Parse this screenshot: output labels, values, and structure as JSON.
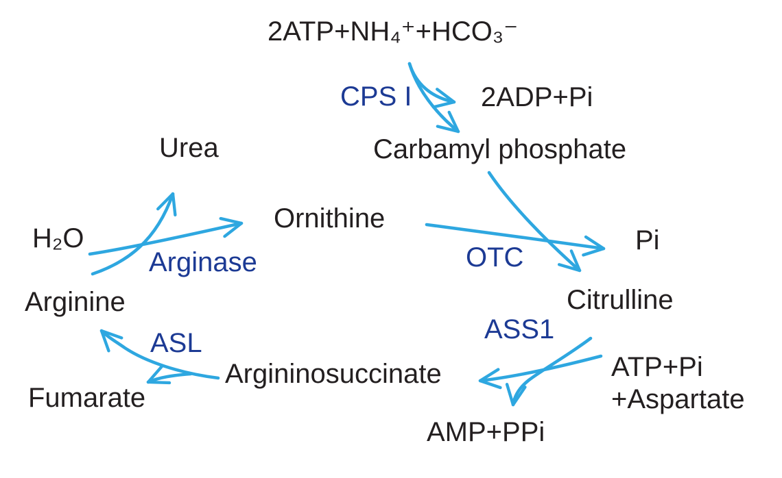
{
  "figure": {
    "type": "metabolic-pathway-diagram",
    "name": "Urea cycle"
  },
  "colors": {
    "arrow_blue": "#2EA7E0",
    "enzyme_navy": "#1C3A94",
    "text_black": "#231F20",
    "background": "#FFFFFF"
  },
  "metabolites": {
    "substrates_top": "2ATP+NH₄⁺+HCO₃⁻",
    "adp_pi": "2ADP+Pi",
    "carbamyl_phosphate": "Carbamyl phosphate",
    "urea": "Urea",
    "h2o": "H₂O",
    "ornithine": "Ornithine",
    "pi": "Pi",
    "citrulline": "Citrulline",
    "arginine": "Arginine",
    "argininosuccinate": "Argininosuccinate",
    "fumarate": "Fumarate",
    "atp_pi": "ATP+Pi",
    "aspartate": "+Aspartate",
    "amp_ppi": "AMP+PPi"
  },
  "enzymes": {
    "cps1": "CPS I",
    "otc": "OTC",
    "ass1": "ASS1",
    "asl": "ASL",
    "arginase": "Arginase"
  },
  "reactions": [
    {
      "enzyme": "CPS I",
      "from": "2ATP+NH₄⁺+HCO₃⁻",
      "to": "Carbamyl phosphate",
      "released": "2ADP+Pi"
    },
    {
      "enzyme": "OTC",
      "from": "Ornithine",
      "with": "Carbamyl phosphate",
      "to": "Citrulline",
      "released": "Pi"
    },
    {
      "enzyme": "ASS1",
      "from": "Citrulline",
      "with": "ATP+Pi +Aspartate",
      "to": "Argininosuccinate",
      "released": "AMP+PPi"
    },
    {
      "enzyme": "ASL",
      "from": "Argininosuccinate",
      "to": "Arginine",
      "released": "Fumarate"
    },
    {
      "enzyme": "Arginase",
      "from": "Arginine",
      "with": "H₂O",
      "to": "Ornithine",
      "released": "Urea"
    }
  ]
}
